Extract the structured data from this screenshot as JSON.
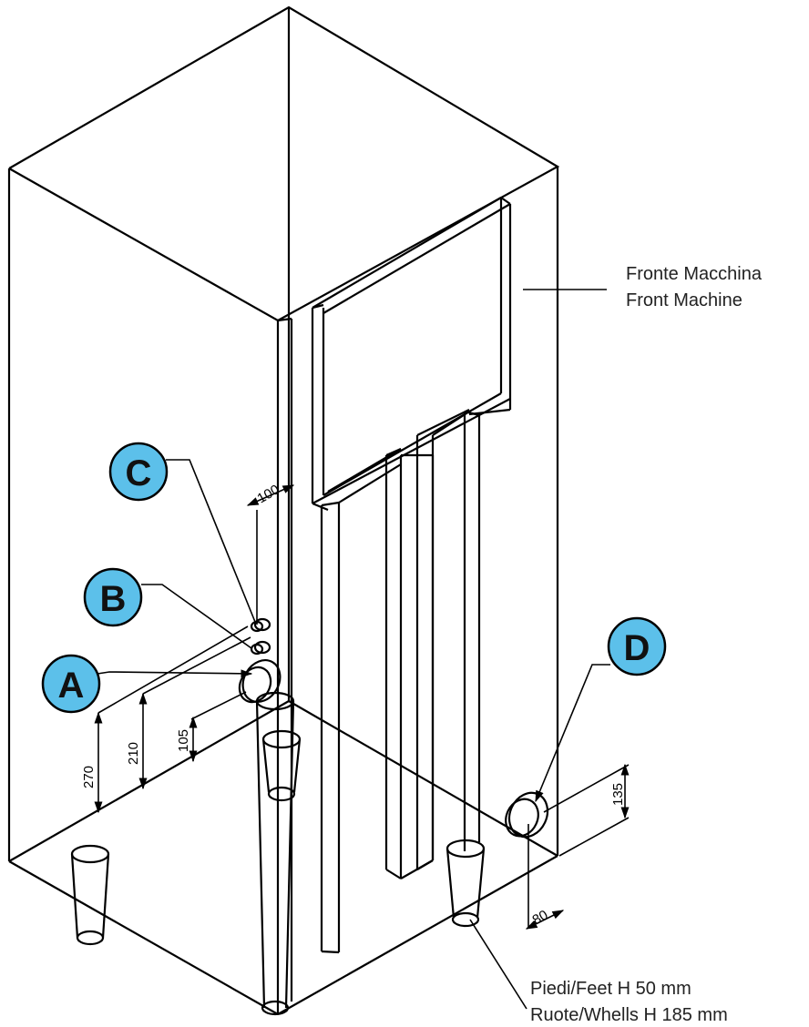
{
  "labels": {
    "a": "A",
    "b": "B",
    "c": "C",
    "d": "D"
  },
  "notes": {
    "front_it": "Fronte Macchina",
    "front_en": "Front Machine",
    "feet": "Piedi/Feet H 50 mm",
    "wheels": "Ruote/Whells H 185 mm"
  },
  "dimensions": {
    "c_offset": "100",
    "h_c": "270",
    "h_b": "210",
    "h_a": "105",
    "h_d": "135",
    "d_offset": "80"
  },
  "colors": {
    "badge_fill": "#5cc0ea",
    "line": "#000000"
  }
}
